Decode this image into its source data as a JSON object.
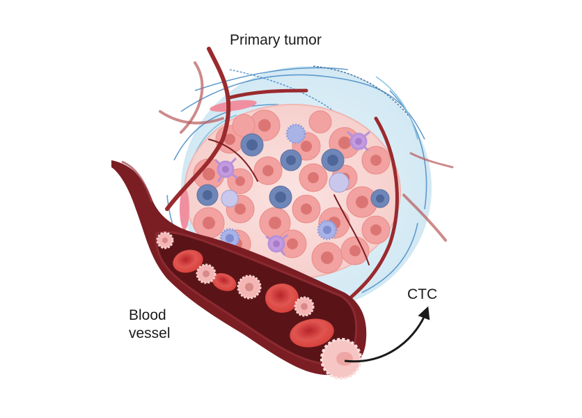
{
  "diagram": {
    "labels": {
      "primary_tumor": "Primary tumor",
      "blood_vessel_line1": "Blood",
      "blood_vessel_line2": "vessel",
      "ctc": "CTC"
    },
    "components": [
      {
        "name": "primary-tumor",
        "description": "Cluster of tumor cells within extracellular matrix and stroma"
      },
      {
        "name": "blood-vessel",
        "description": "Cross-section of vessel carrying red blood cells and tumor cells"
      },
      {
        "name": "ctc",
        "description": "Circulating tumor cell leaving vessel, indicated by curved arrow"
      }
    ],
    "colors": {
      "background": "#ffffff",
      "tumor_cell": "#f2a2a0",
      "tumor_nucleus": "#d86e6c",
      "lymphocyte": "#6f86b8",
      "dendritic_cell": "#b791d8",
      "ecm_halo": "#cfe8f3",
      "collagen": "#3e86c4",
      "vessel_wall": "#7a1e24",
      "vessel_lumen": "#5a1418",
      "rbc": "#d8413c",
      "arrow": "#1a1a1a"
    }
  }
}
